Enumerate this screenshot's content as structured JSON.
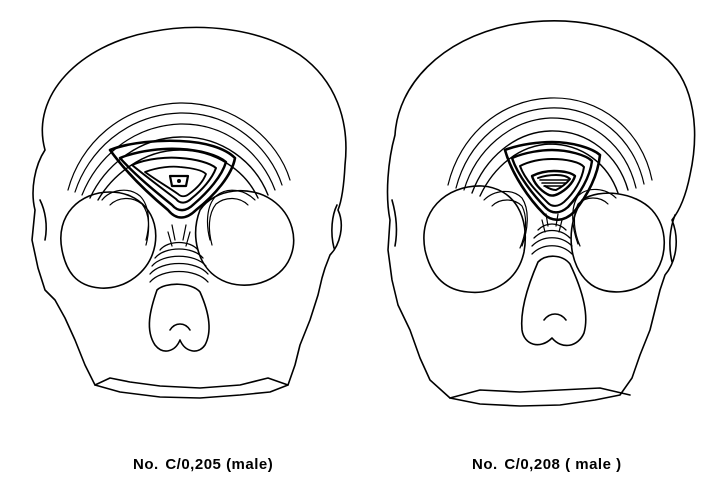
{
  "figure": {
    "left": {
      "prefix": "No.",
      "specimen": "C/0,205",
      "sex": "(male)"
    },
    "right": {
      "prefix": "No.",
      "specimen": "C/0,208",
      "sex": "( male )"
    }
  }
}
